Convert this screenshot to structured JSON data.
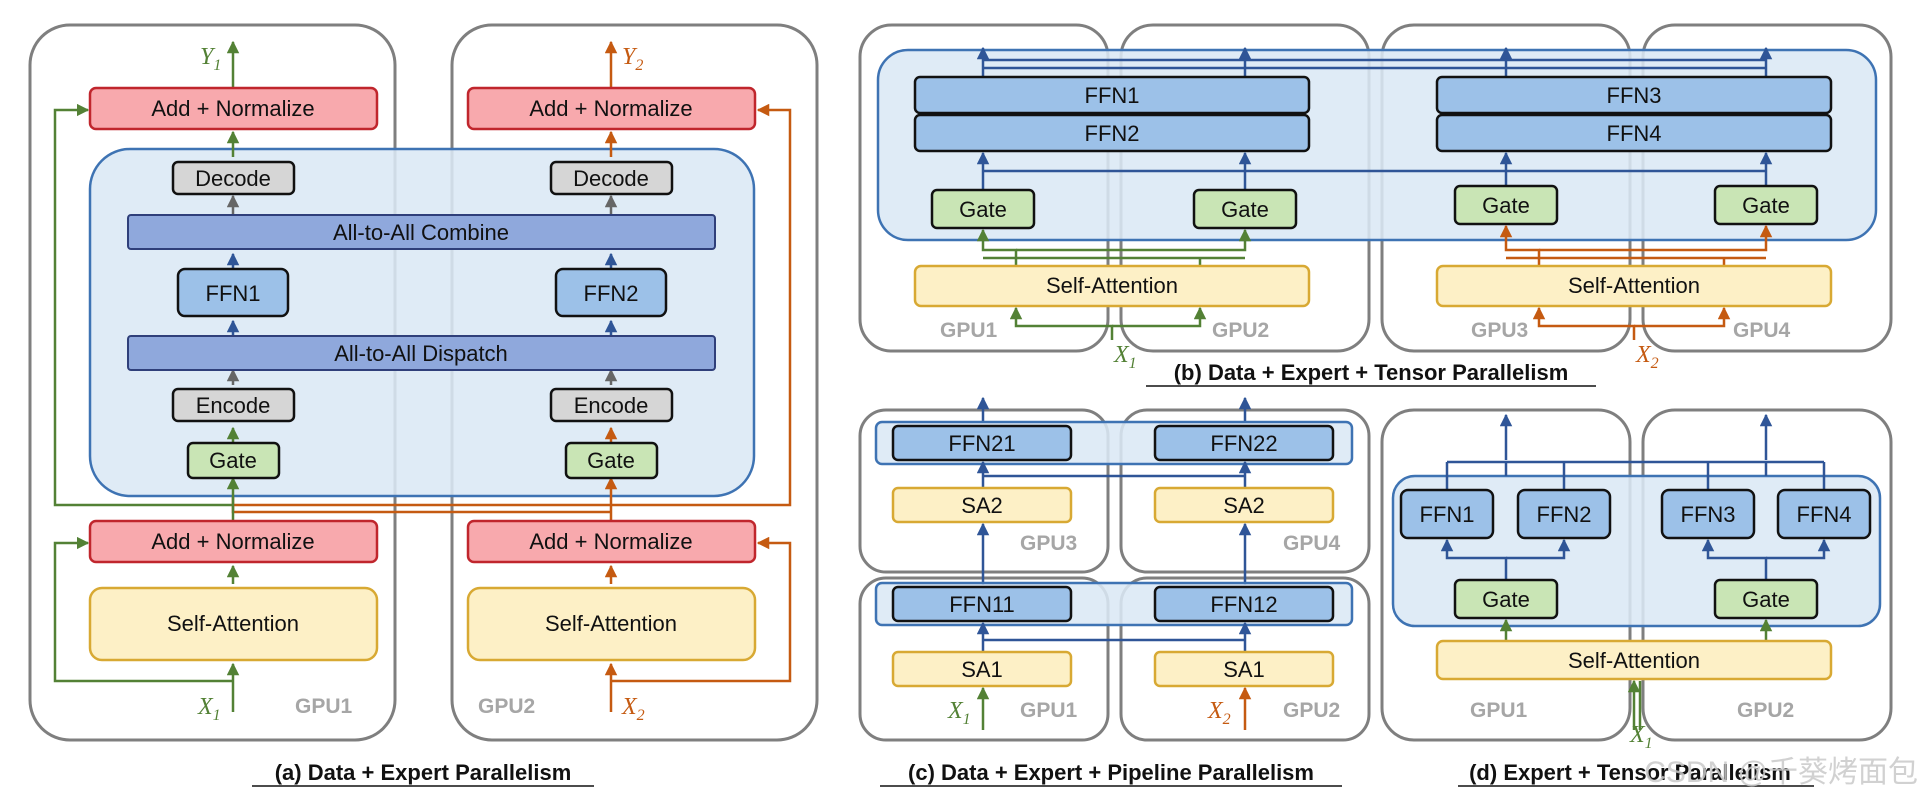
{
  "panels": {
    "a": {
      "caption": "(a) Data + Expert Parallelism",
      "add_normalize": "Add + Normalize",
      "decode": "Decode",
      "encode": "Encode",
      "gate": "Gate",
      "self_attention": "Self-Attention",
      "all_to_all_combine": "All-to-All Combine",
      "all_to_all_dispatch": "All-to-All Dispatch",
      "ffn_left": "FFN1",
      "ffn_right": "FFN2",
      "gpu_left": "GPU1",
      "gpu_right": "GPU2",
      "input_left": "X",
      "input_left_sub": "1",
      "input_right": "X",
      "input_right_sub": "2",
      "output_left": "Y",
      "output_left_sub": "1",
      "output_right": "Y",
      "output_right_sub": "2"
    },
    "b": {
      "caption": "(b) Data + Expert + Tensor Parallelism",
      "ffn1": "FFN1",
      "ffn2": "FFN2",
      "ffn3": "FFN3",
      "ffn4": "FFN4",
      "gate": "Gate",
      "self_attention": "Self-Attention",
      "gpus": [
        "GPU1",
        "GPU2",
        "GPU3",
        "GPU4"
      ],
      "input_left": "X",
      "input_left_sub": "1",
      "input_right": "X",
      "input_right_sub": "2"
    },
    "c": {
      "caption": "(c) Data + Expert + Pipeline Parallelism",
      "ffn21": "FFN21",
      "ffn22": "FFN22",
      "ffn11": "FFN11",
      "ffn12": "FFN12",
      "sa2": "SA2",
      "sa1": "SA1",
      "gpus": [
        "GPU1",
        "GPU2",
        "GPU3",
        "GPU4"
      ],
      "input_left": "X",
      "input_left_sub": "1",
      "input_right": "X",
      "input_right_sub": "2"
    },
    "d": {
      "caption": "(d) Expert + Tensor Parallelism",
      "ffn1": "FFN1",
      "ffn2": "FFN2",
      "ffn3": "FFN3",
      "ffn4": "FFN4",
      "gate": "Gate",
      "self_attention": "Self-Attention",
      "gpus": [
        "GPU1",
        "GPU2"
      ],
      "input": "X",
      "input_sub": "1"
    }
  },
  "watermark": "CSDN @千葵烤面包",
  "colors": {
    "green": "#538135",
    "orange": "#c55a11",
    "blue": "#2f5597",
    "add_normalize_fill": "#f8a9ad",
    "self_attention_fill": "#fdf0c6",
    "gate_fill": "#c9e5b5",
    "ffn_fill": "#9cc1e8",
    "region_fill": "#dbe8f5"
  }
}
